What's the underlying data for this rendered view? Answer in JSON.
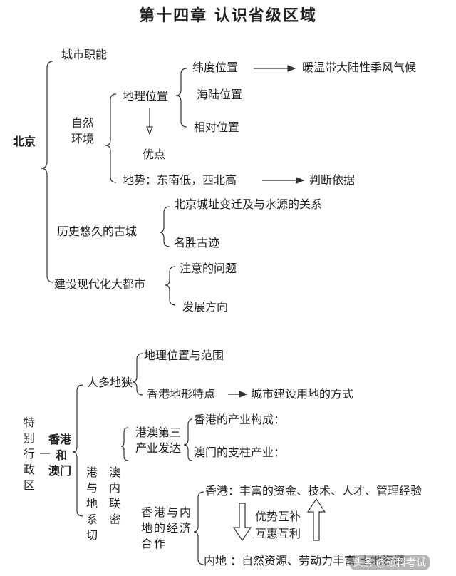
{
  "title": "第十四章  认识省级区域",
  "beijing": {
    "root": "北京",
    "city_function": "城市职能",
    "nature": "自然环境",
    "geo_location": "地理位置",
    "latitude": "纬度位置",
    "climate": "暖温带大陆性季风气候",
    "sea_land": "海陆位置",
    "relative": "相对位置",
    "advantage": "优点",
    "terrain": "地势：东南低，西北高",
    "judge": "判断依据",
    "history": "历史悠久的古城",
    "site_change": "北京城址变迁及与水源的关系",
    "sites": "名胜古迹",
    "modern": "建设现代化大都市",
    "issues": "注意的问题",
    "direction": "发展方向"
  },
  "sar": {
    "root": "特别行政区",
    "hkmacau_line1": "香港",
    "hkmacau_line2": "和",
    "hkmacau_line3": "澳门",
    "crowded": "人多地狭",
    "location_range": "地理位置与范围",
    "hk_terrain": "香港地形特点",
    "land_use": "城市建设用地的方式",
    "tertiary_line1": "港澳第三",
    "tertiary_line2": "产业发达",
    "hk_industry": "香港的产业构成：",
    "macau_pillar": "澳门的支柱产业：",
    "hk_mainland_links": "港与地系切",
    "macau_links": "澳内联密",
    "hk_mainland_econ": "香港与内地的经济合作",
    "hk_resources": "香港：丰富的资金、技术、人才、管理经验",
    "complement": "优势互补",
    "mutual_benefit": "互惠互利",
    "mainland_resources": "内地 ：自然资源、劳动力丰富 土地资源"
  },
  "watermark": "头条 @硕科考试"
}
